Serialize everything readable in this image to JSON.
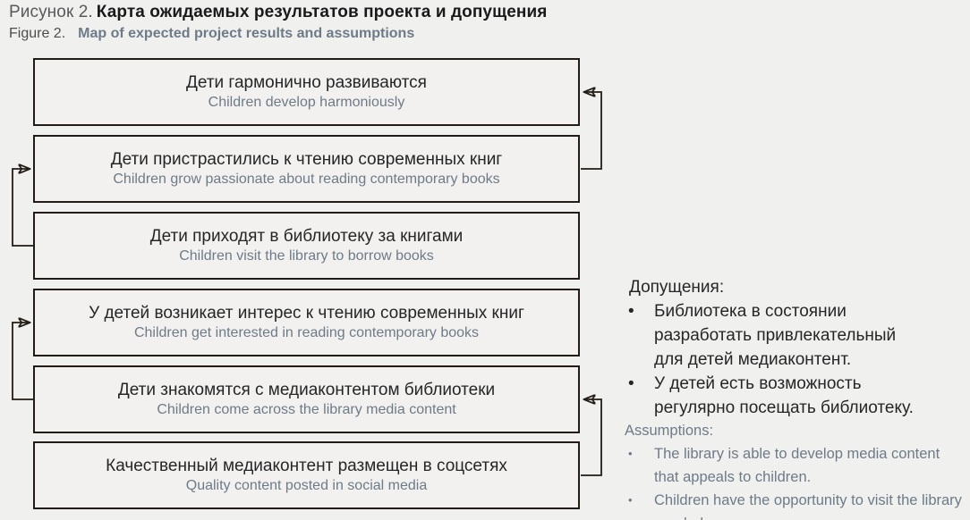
{
  "figure": {
    "label_ru": "Рисунок 2.",
    "title_ru": "Карта ожидаемых результатов проекта и допущения",
    "label_en": "Figure 2.",
    "title_en": "Map of expected project results and assumptions"
  },
  "boxes": [
    {
      "ru": "Дети гармонично развиваются",
      "en": "Children develop harmoniously"
    },
    {
      "ru": "Дети пристрастились к чтению современных книг",
      "en": "Children grow passionate about reading contemporary books"
    },
    {
      "ru": "Дети приходят в библиотеку за книгами",
      "en": "Children visit the library to borrow books"
    },
    {
      "ru": "У детей возникает интерес к чтению современных книг",
      "en": "Children get interested in reading contemporary books"
    },
    {
      "ru": "Дети знакомятся с медиаконтентом библиотеки",
      "en": "Children come across the library media content"
    },
    {
      "ru": "Качественный медиаконтент размещен в соцсетях",
      "en": "Quality content posted in social media"
    }
  ],
  "connections": [
    {
      "from": "box-2",
      "to": "box-1",
      "side": "right"
    },
    {
      "from": "box-3",
      "to": "box-2",
      "side": "left"
    },
    {
      "from": "box-5",
      "to": "box-4",
      "side": "left"
    },
    {
      "from": "box-6",
      "to": "box-5",
      "side": "right"
    }
  ],
  "assumptions": {
    "heading_ru": "Допущения:",
    "bullet": "•",
    "items_ru": [
      "Библиотека в состоянии разработать привлекательный для детей медиаконтент.",
      "У детей есть возможность регулярно посещать библиотеку."
    ],
    "heading_en": "Assumptions:",
    "items_en": [
      "The library is able to develop media content that appeals to children.",
      "Children have the opportunity to visit the library regularly."
    ]
  },
  "colors": {
    "background": "#f0f0ee",
    "box_fill": "#f2f1ef",
    "box_border": "#231c16",
    "connector": "#231c16",
    "text_dark": "#262626",
    "text_muted": "#6d7b89",
    "title_label": "#595959",
    "title_bold": "#1a1a1a"
  }
}
